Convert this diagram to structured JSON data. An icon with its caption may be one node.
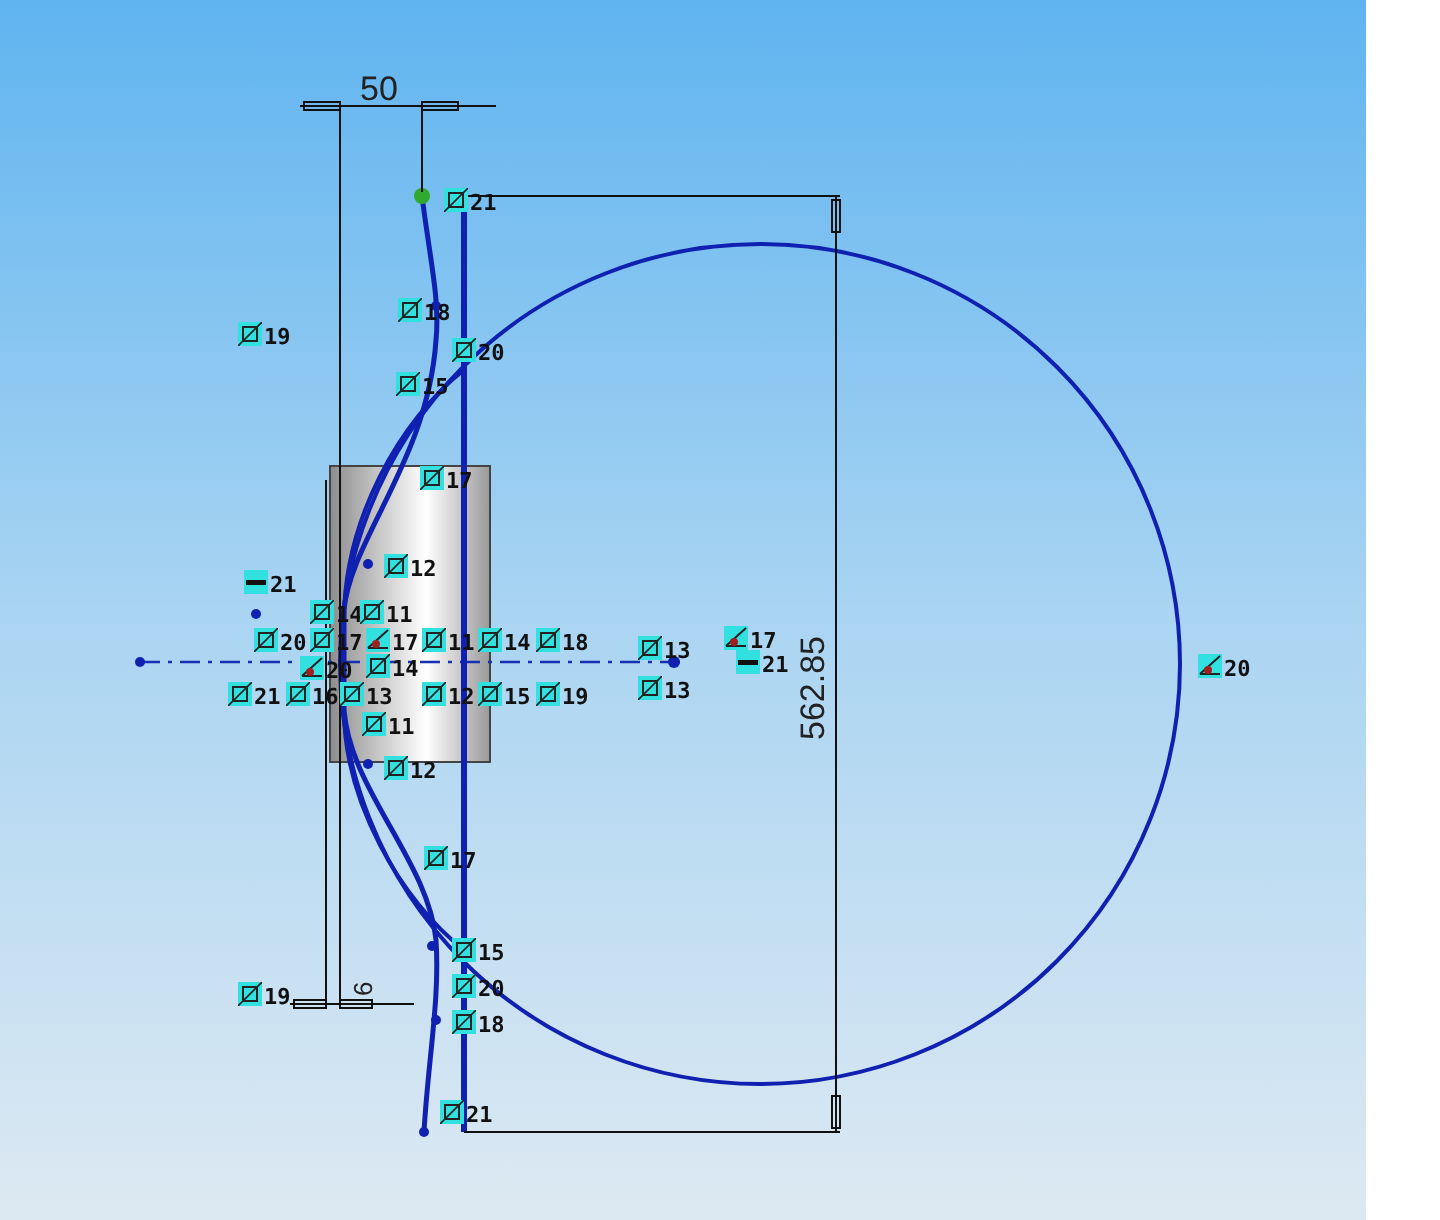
{
  "diagram": {
    "labels": [
      "50",
      "21",
      "18",
      "19",
      "20",
      "15",
      "17",
      "12",
      "21",
      "14",
      "11",
      "20",
      "17",
      "17",
      "11",
      "14",
      "18",
      "13",
      "17",
      "20",
      "14",
      "21",
      "20",
      "21",
      "16",
      "13",
      "12",
      "15",
      "19",
      "13",
      "562.85",
      "11",
      "12",
      "17",
      "15",
      "20",
      "19",
      "6",
      "18",
      "21"
    ]
  }
}
